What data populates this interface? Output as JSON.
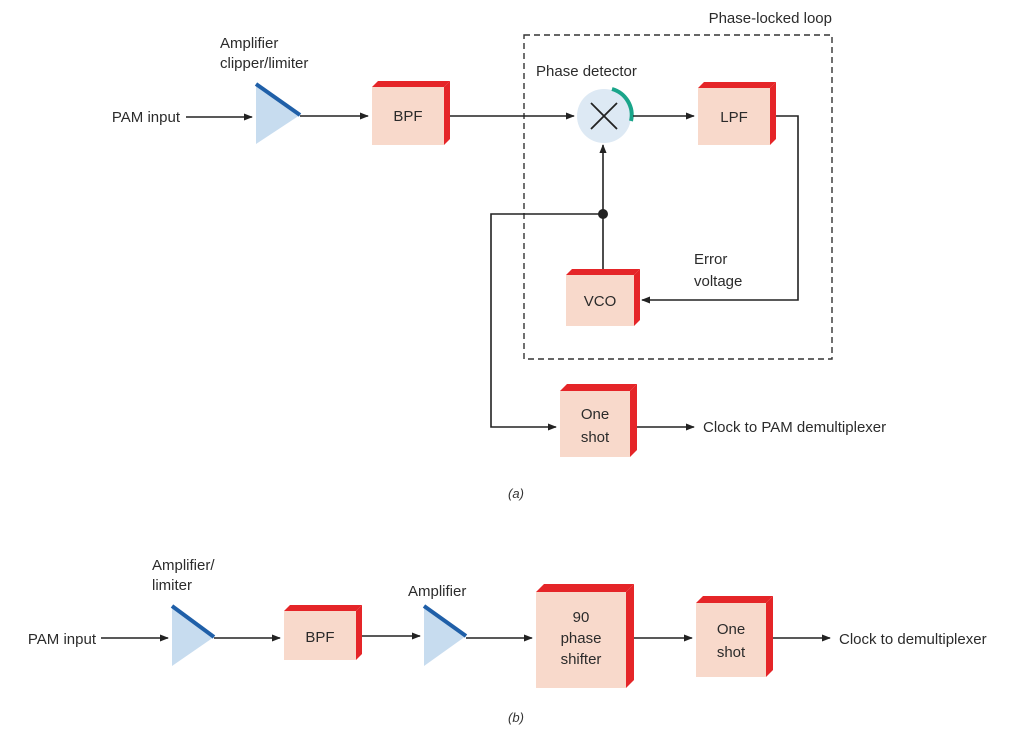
{
  "colors": {
    "block_face": "#f8d9cb",
    "block_edge": "#e52528",
    "amp_fill": "#c7dcef",
    "amp_edge": "#1f5fa8",
    "detector_fill": "#dde9f4",
    "detector_arc": "#1aa58a",
    "wire": "#222222"
  },
  "icons": {
    "amplifier": "triangle-amplifier-icon",
    "phase_detector": "multiplier-cross-circle-icon",
    "junction": "junction-dot-icon"
  },
  "diagram_a": {
    "caption": "(a)",
    "input_label": "PAM input",
    "amplifier_label_line1": "Amplifier",
    "amplifier_label_line2": "clipper/limiter",
    "bpf": "BPF",
    "pll_label": "Phase-locked loop",
    "phase_detector_label": "Phase detector",
    "lpf": "LPF",
    "error_label_line1": "Error",
    "error_label_line2": "voltage",
    "vco": "VCO",
    "one_shot_line1": "One",
    "one_shot_line2": "shot",
    "output_label": "Clock to PAM demultiplexer"
  },
  "diagram_b": {
    "caption": "(b)",
    "input_label": "PAM input",
    "amplifier1_label_line1": "Amplifier/",
    "amplifier1_label_line2": "limiter",
    "bpf": "BPF",
    "amplifier2_label": "Amplifier",
    "phase_shifter_line1": "90",
    "phase_shifter_line2": "phase",
    "phase_shifter_line3": "shifter",
    "one_shot_line1": "One",
    "one_shot_line2": "shot",
    "output_label": "Clock to demultiplexer"
  }
}
